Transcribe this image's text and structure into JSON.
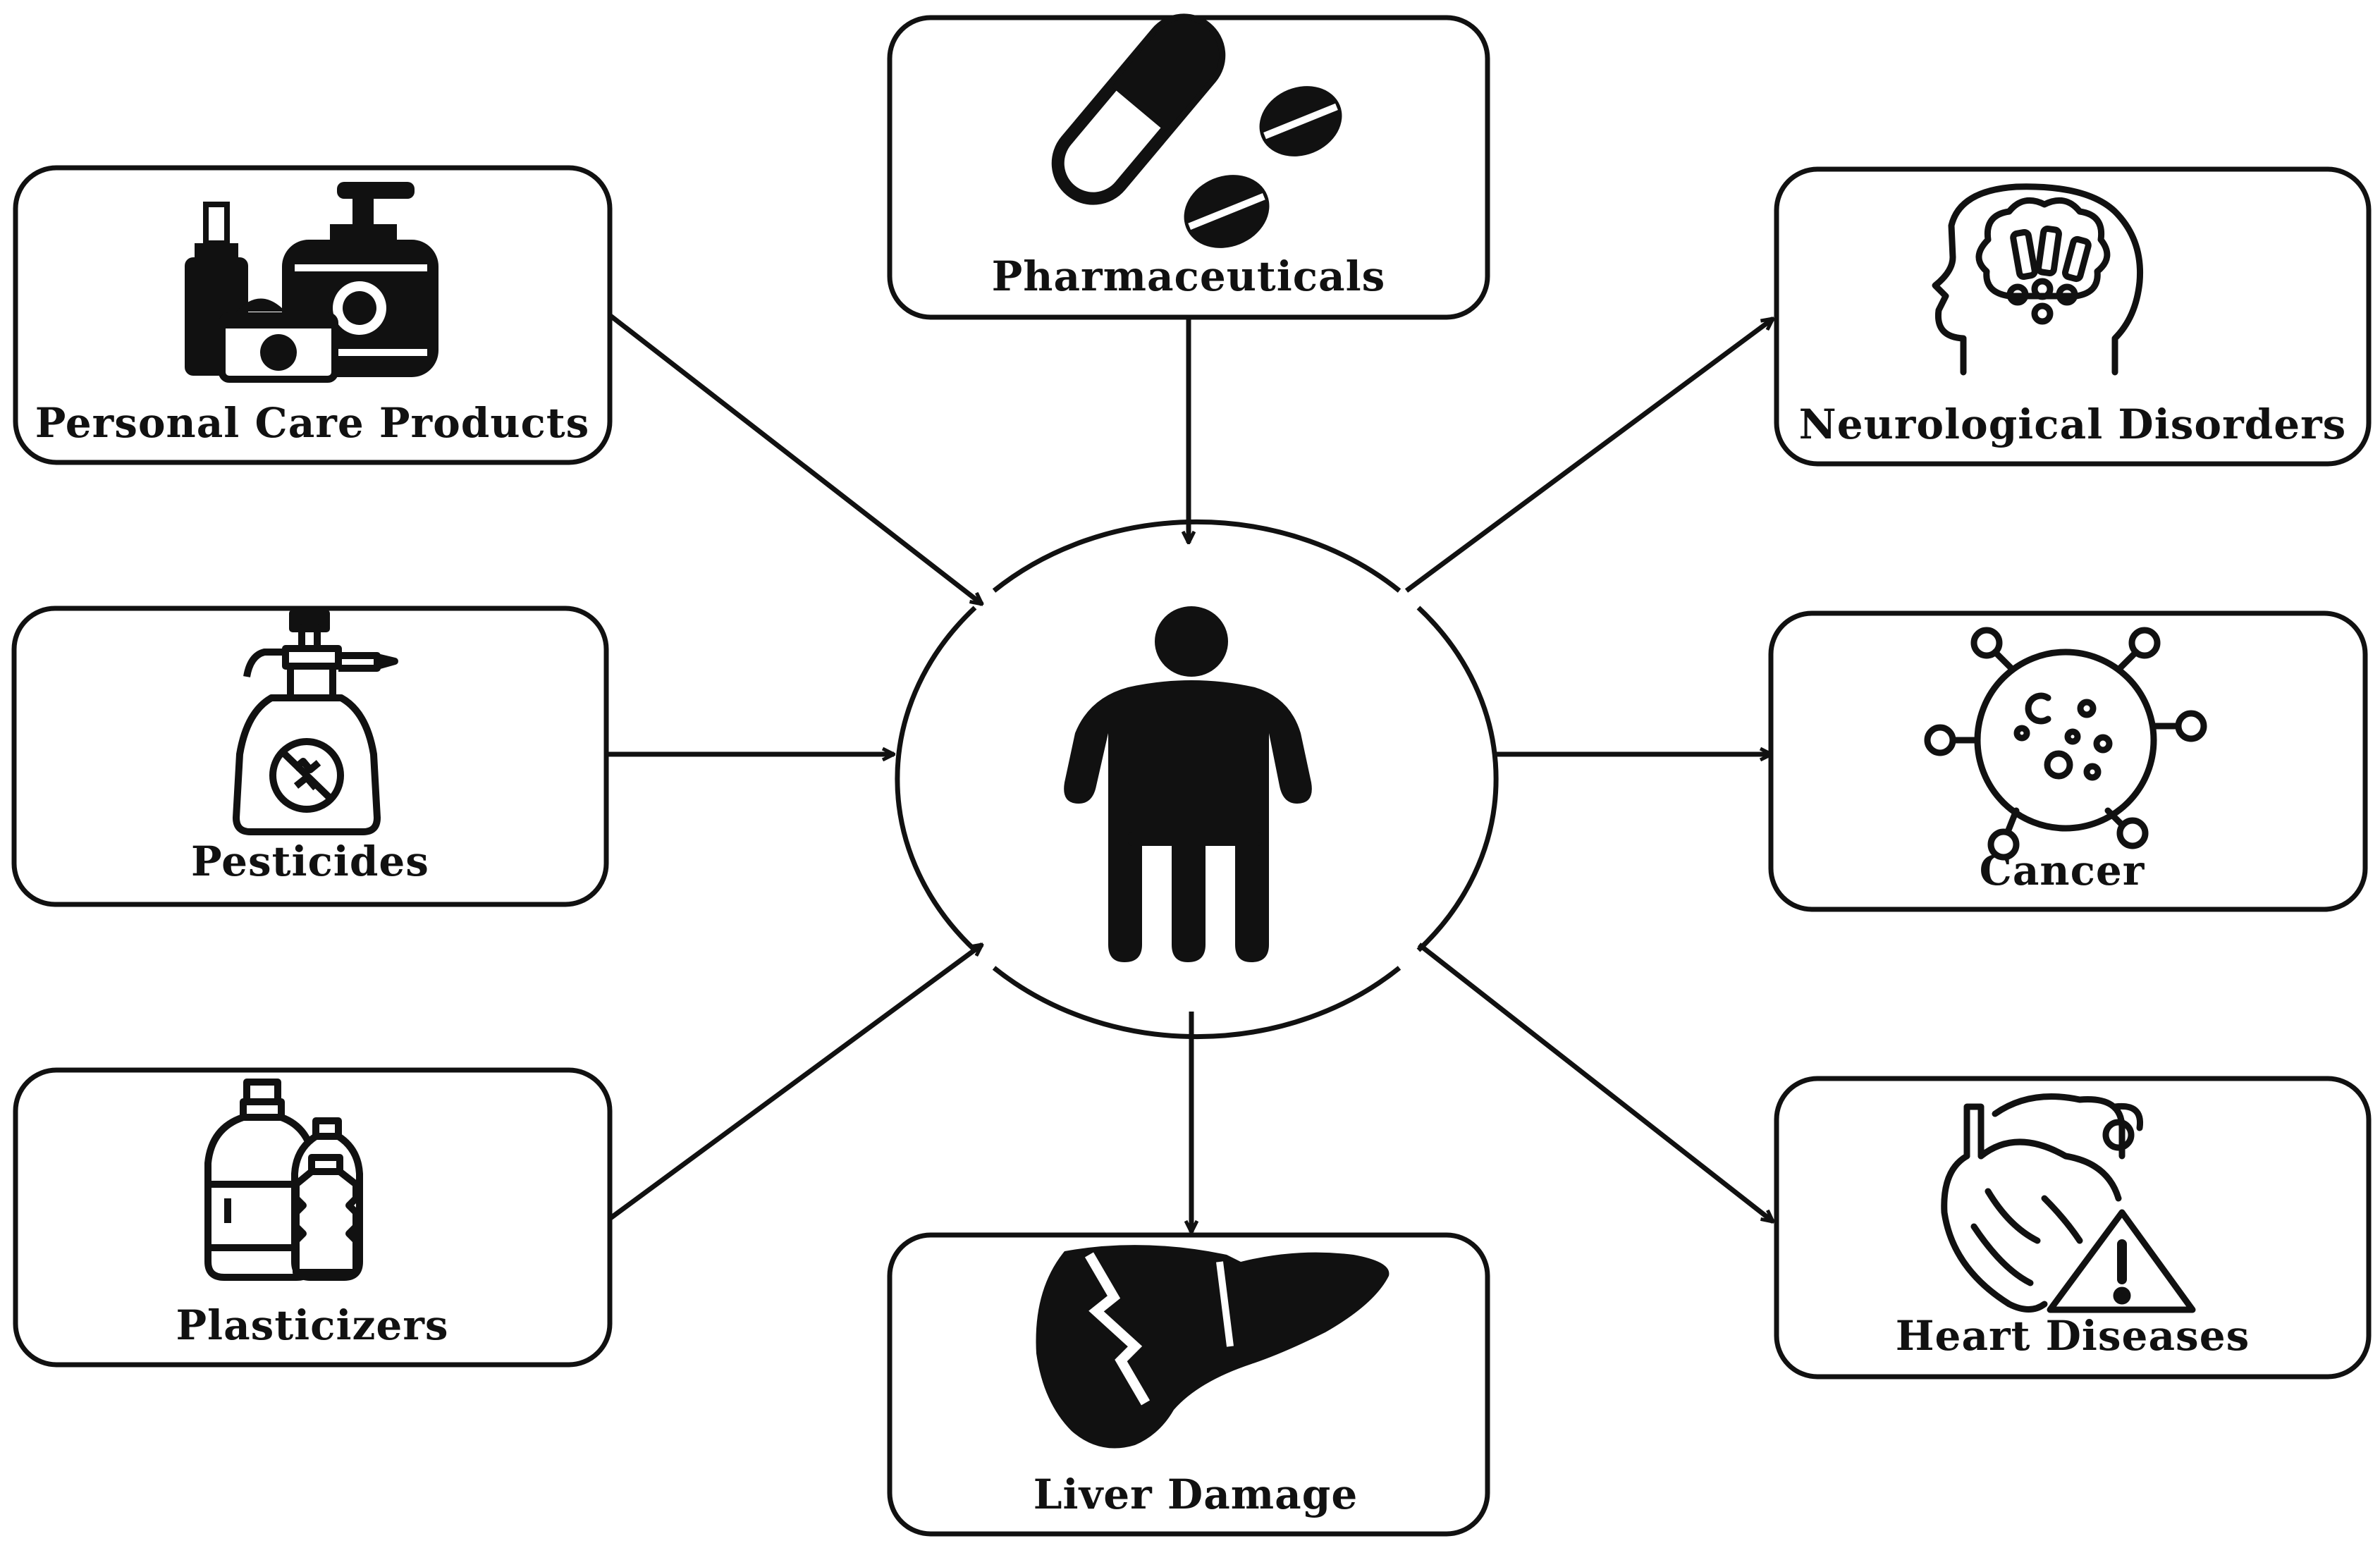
{
  "diagram": {
    "center": {
      "icon": "person-icon"
    },
    "sources": [
      {
        "id": "pharmaceuticals",
        "label": "Pharmaceuticals",
        "icon": "pill-icon"
      },
      {
        "id": "personal-care-products",
        "label": "Personal Care Products",
        "icon": "cosmetics-icon"
      },
      {
        "id": "pesticides",
        "label": "Pesticides",
        "icon": "pesticide-sprayer-icon"
      },
      {
        "id": "plasticizers",
        "label": "Plasticizers",
        "icon": "plastic-bottles-icon"
      }
    ],
    "effects": [
      {
        "id": "neurological-disorders",
        "label": "Neurological Disorders",
        "icon": "brain-head-icon"
      },
      {
        "id": "cancer",
        "label": "Cancer",
        "icon": "cancer-cell-icon"
      },
      {
        "id": "heart-diseases",
        "label": "Heart Diseases",
        "icon": "heart-warning-icon"
      },
      {
        "id": "liver-damage",
        "label": "Liver Damage",
        "icon": "damaged-liver-icon"
      }
    ],
    "colors": {
      "line": "#111111",
      "background": "#ffffff"
    }
  }
}
